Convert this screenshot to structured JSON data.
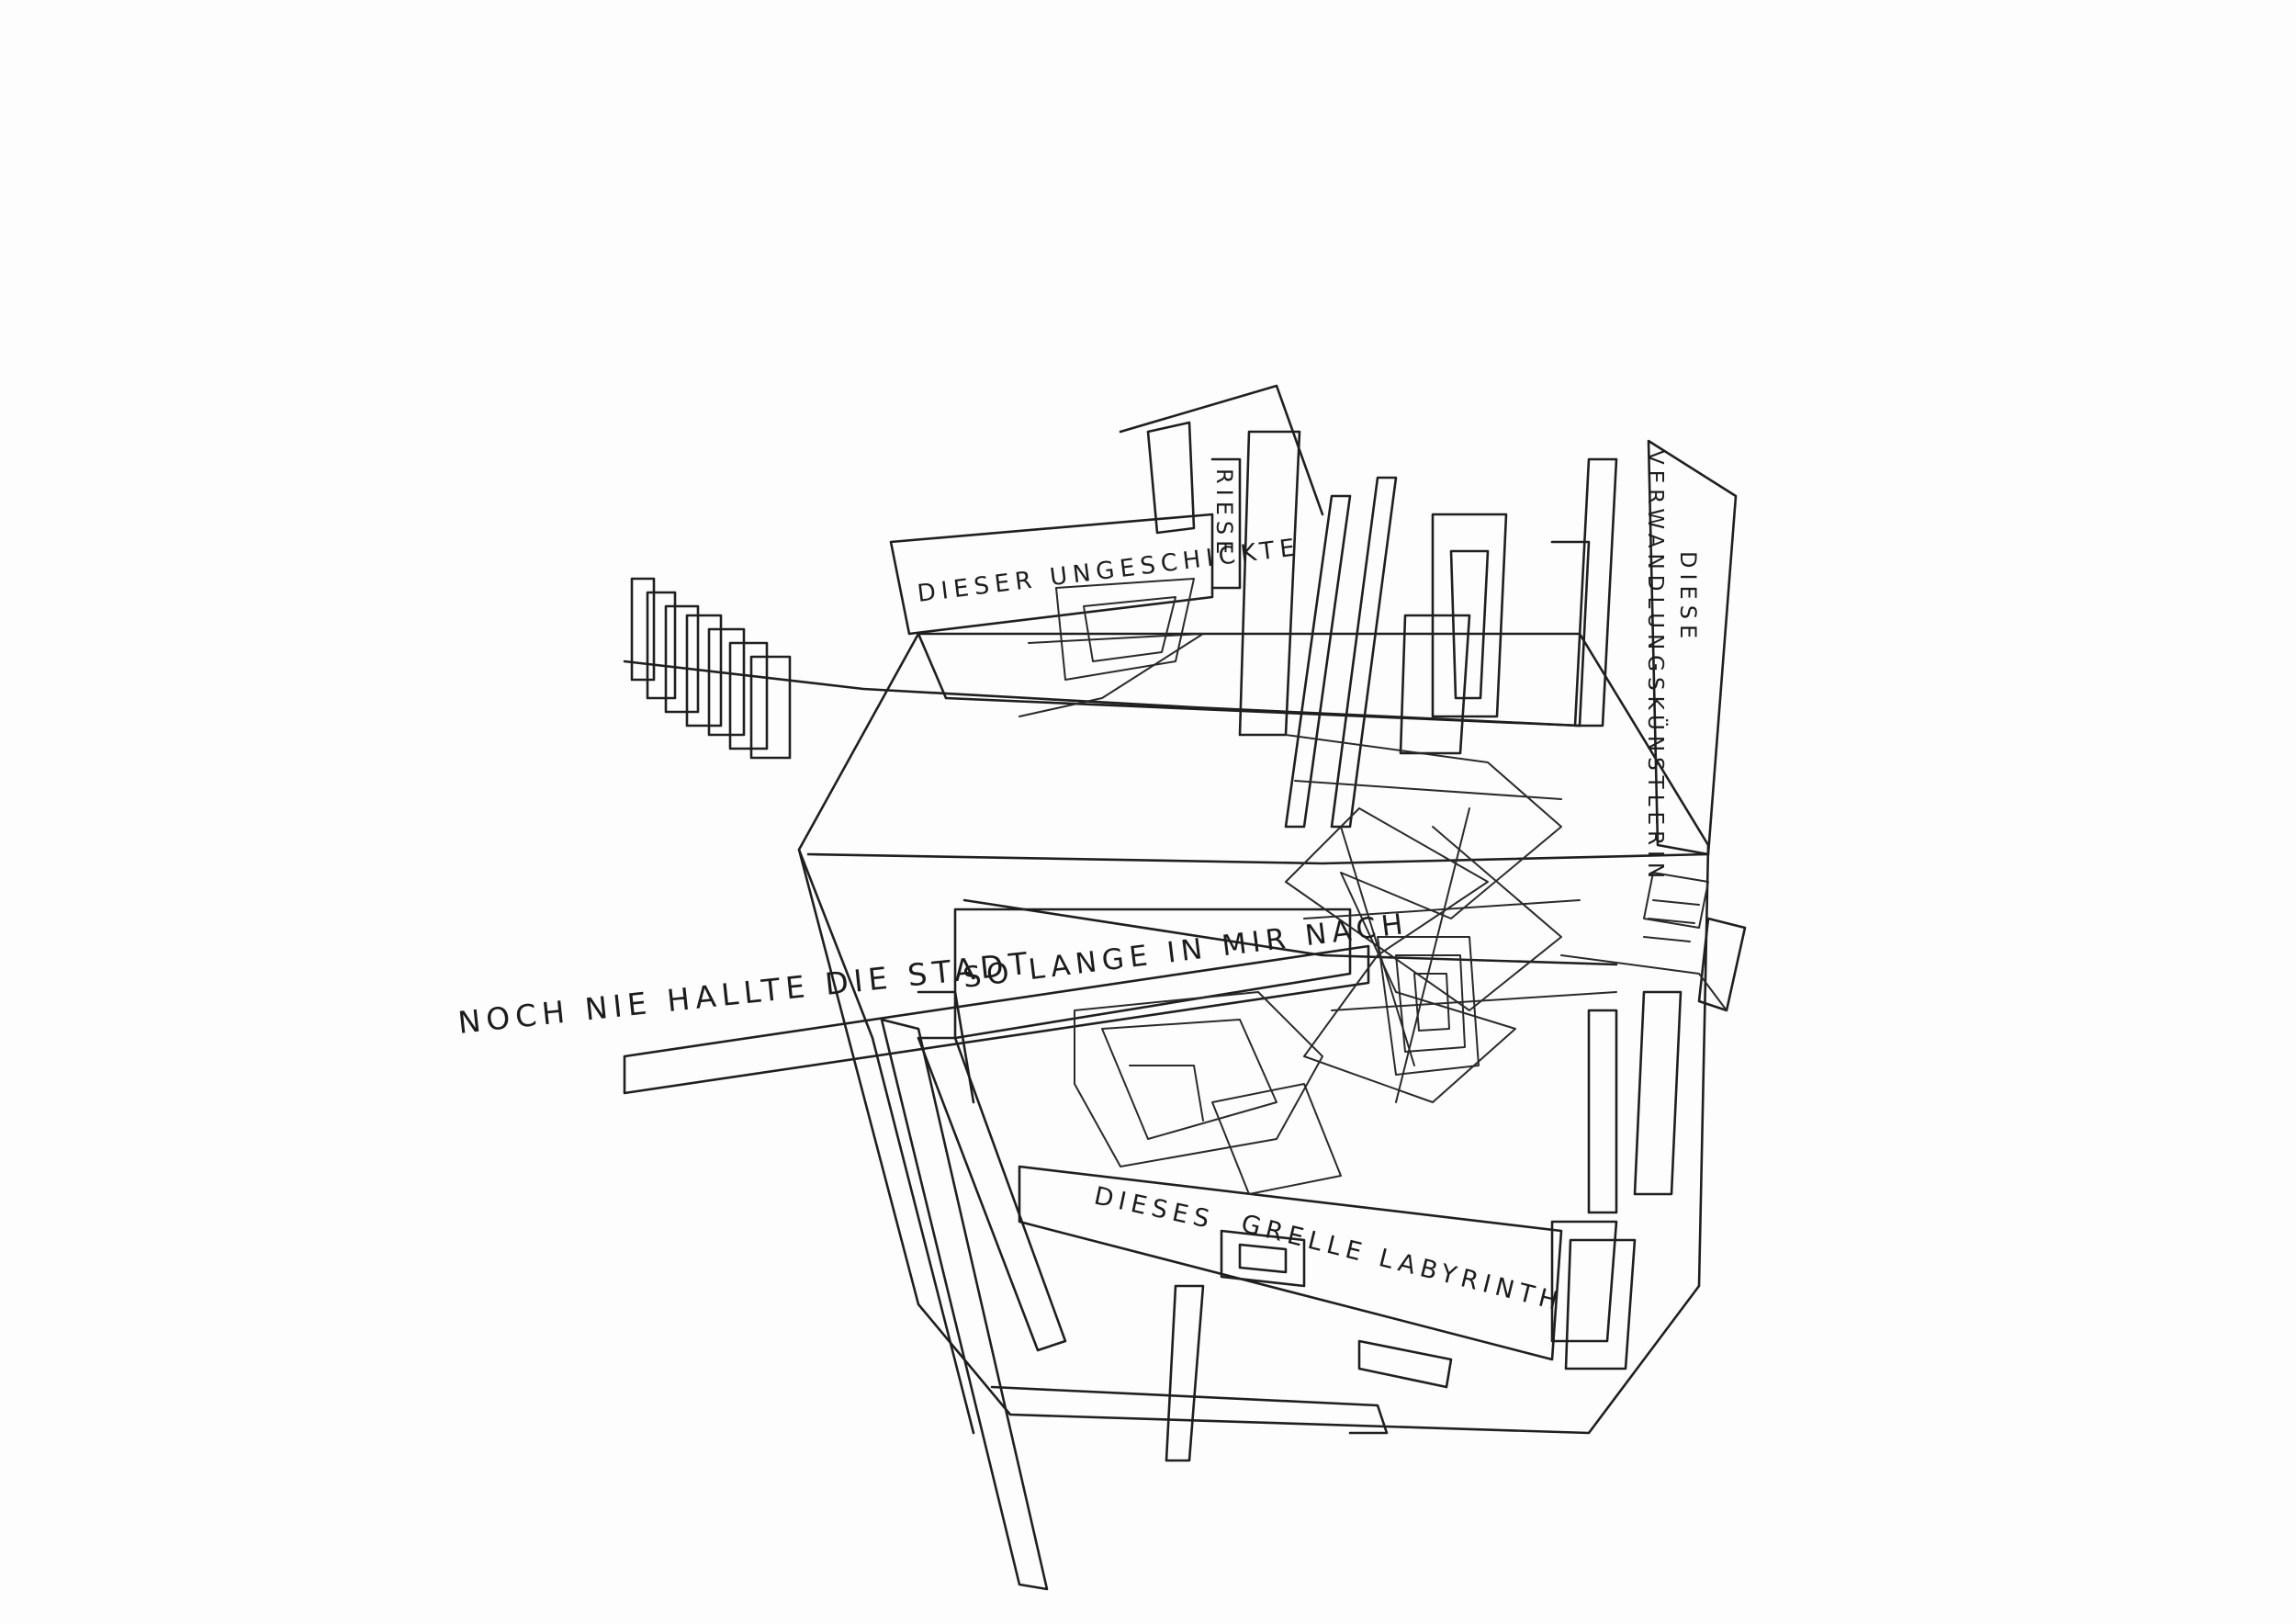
{
  "artwork": {
    "ink_color": "#1f1f1f",
    "paper_color": "#fdfdfd",
    "inscriptions": {
      "riese_line1": "DIESER UNGESCHICKTE",
      "riese_line2": "RIESE",
      "kuenstlerin_line1": "DIESE",
      "kuenstlerin_line2": "VERWANDLUNGSKÜNSTLERIN",
      "stadt_part1": "NOCH NIE HALLTE DIE STADT",
      "stadt_part2": "SO LANGE IN MIR NACH",
      "labyrinth_part1": "DIESES",
      "labyrinth_part2": "GRELLE LABYRINTH"
    }
  }
}
